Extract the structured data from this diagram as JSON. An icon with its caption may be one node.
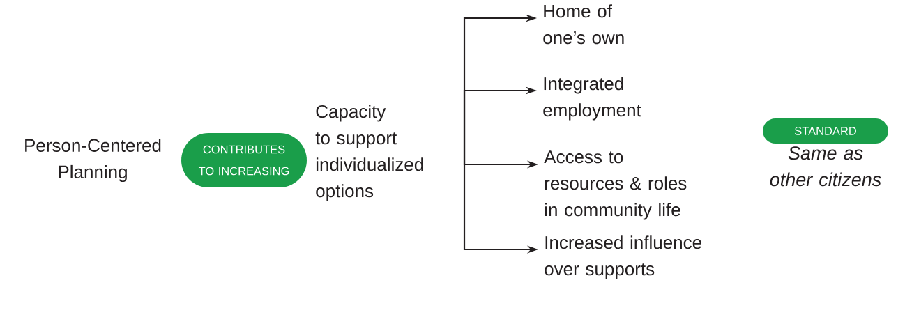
{
  "diagram": {
    "nodes": [
      {
        "text": [
          "Person-Centered Planning"
        ]
      },
      {
        "text": [
          "CONTRIBUTES TO INCREASING"
        ]
      },
      {
        "text": [
          "Capacity to support individualized options"
        ]
      },
      {
        "text": [
          "Home of one’s own"
        ]
      },
      {
        "text": [
          "Integrated employment"
        ]
      },
      {
        "text": [
          "Access to resources & roles in community life"
        ]
      },
      {
        "text": [
          "Increased influence over supports"
        ]
      },
      {
        "text": [
          "STANDARD"
        ],
        "beside": [
          "Same as other citizens"
        ]
      }
    ],
    "edges": [
      {
        "from": 2,
        "to": 3,
        "arrow": "to"
      },
      {
        "from": 2,
        "to": 4,
        "arrow": "to"
      },
      {
        "from": 2,
        "to": 5,
        "arrow": "to"
      },
      {
        "from": 2,
        "to": 6,
        "arrow": "to"
      }
    ]
  }
}
